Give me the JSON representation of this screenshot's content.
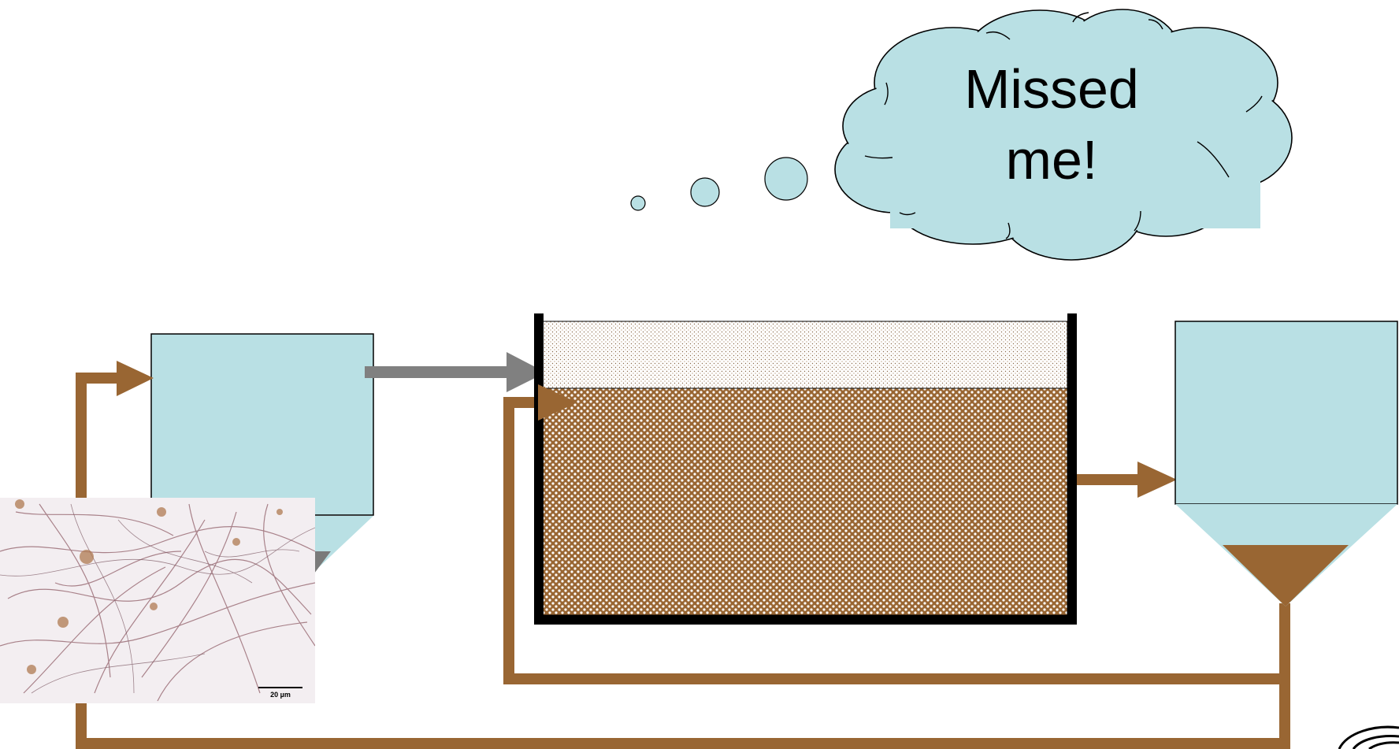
{
  "thought_bubble": {
    "line1": "Missed",
    "line2": "me!"
  },
  "micrograph": {
    "scale_label": "20 µm"
  },
  "colors": {
    "tank_fill": "#b9e0e4",
    "sludge_brown": "#996633",
    "influent_arrow_gray": "#808080",
    "basin_wall": "#000000"
  }
}
